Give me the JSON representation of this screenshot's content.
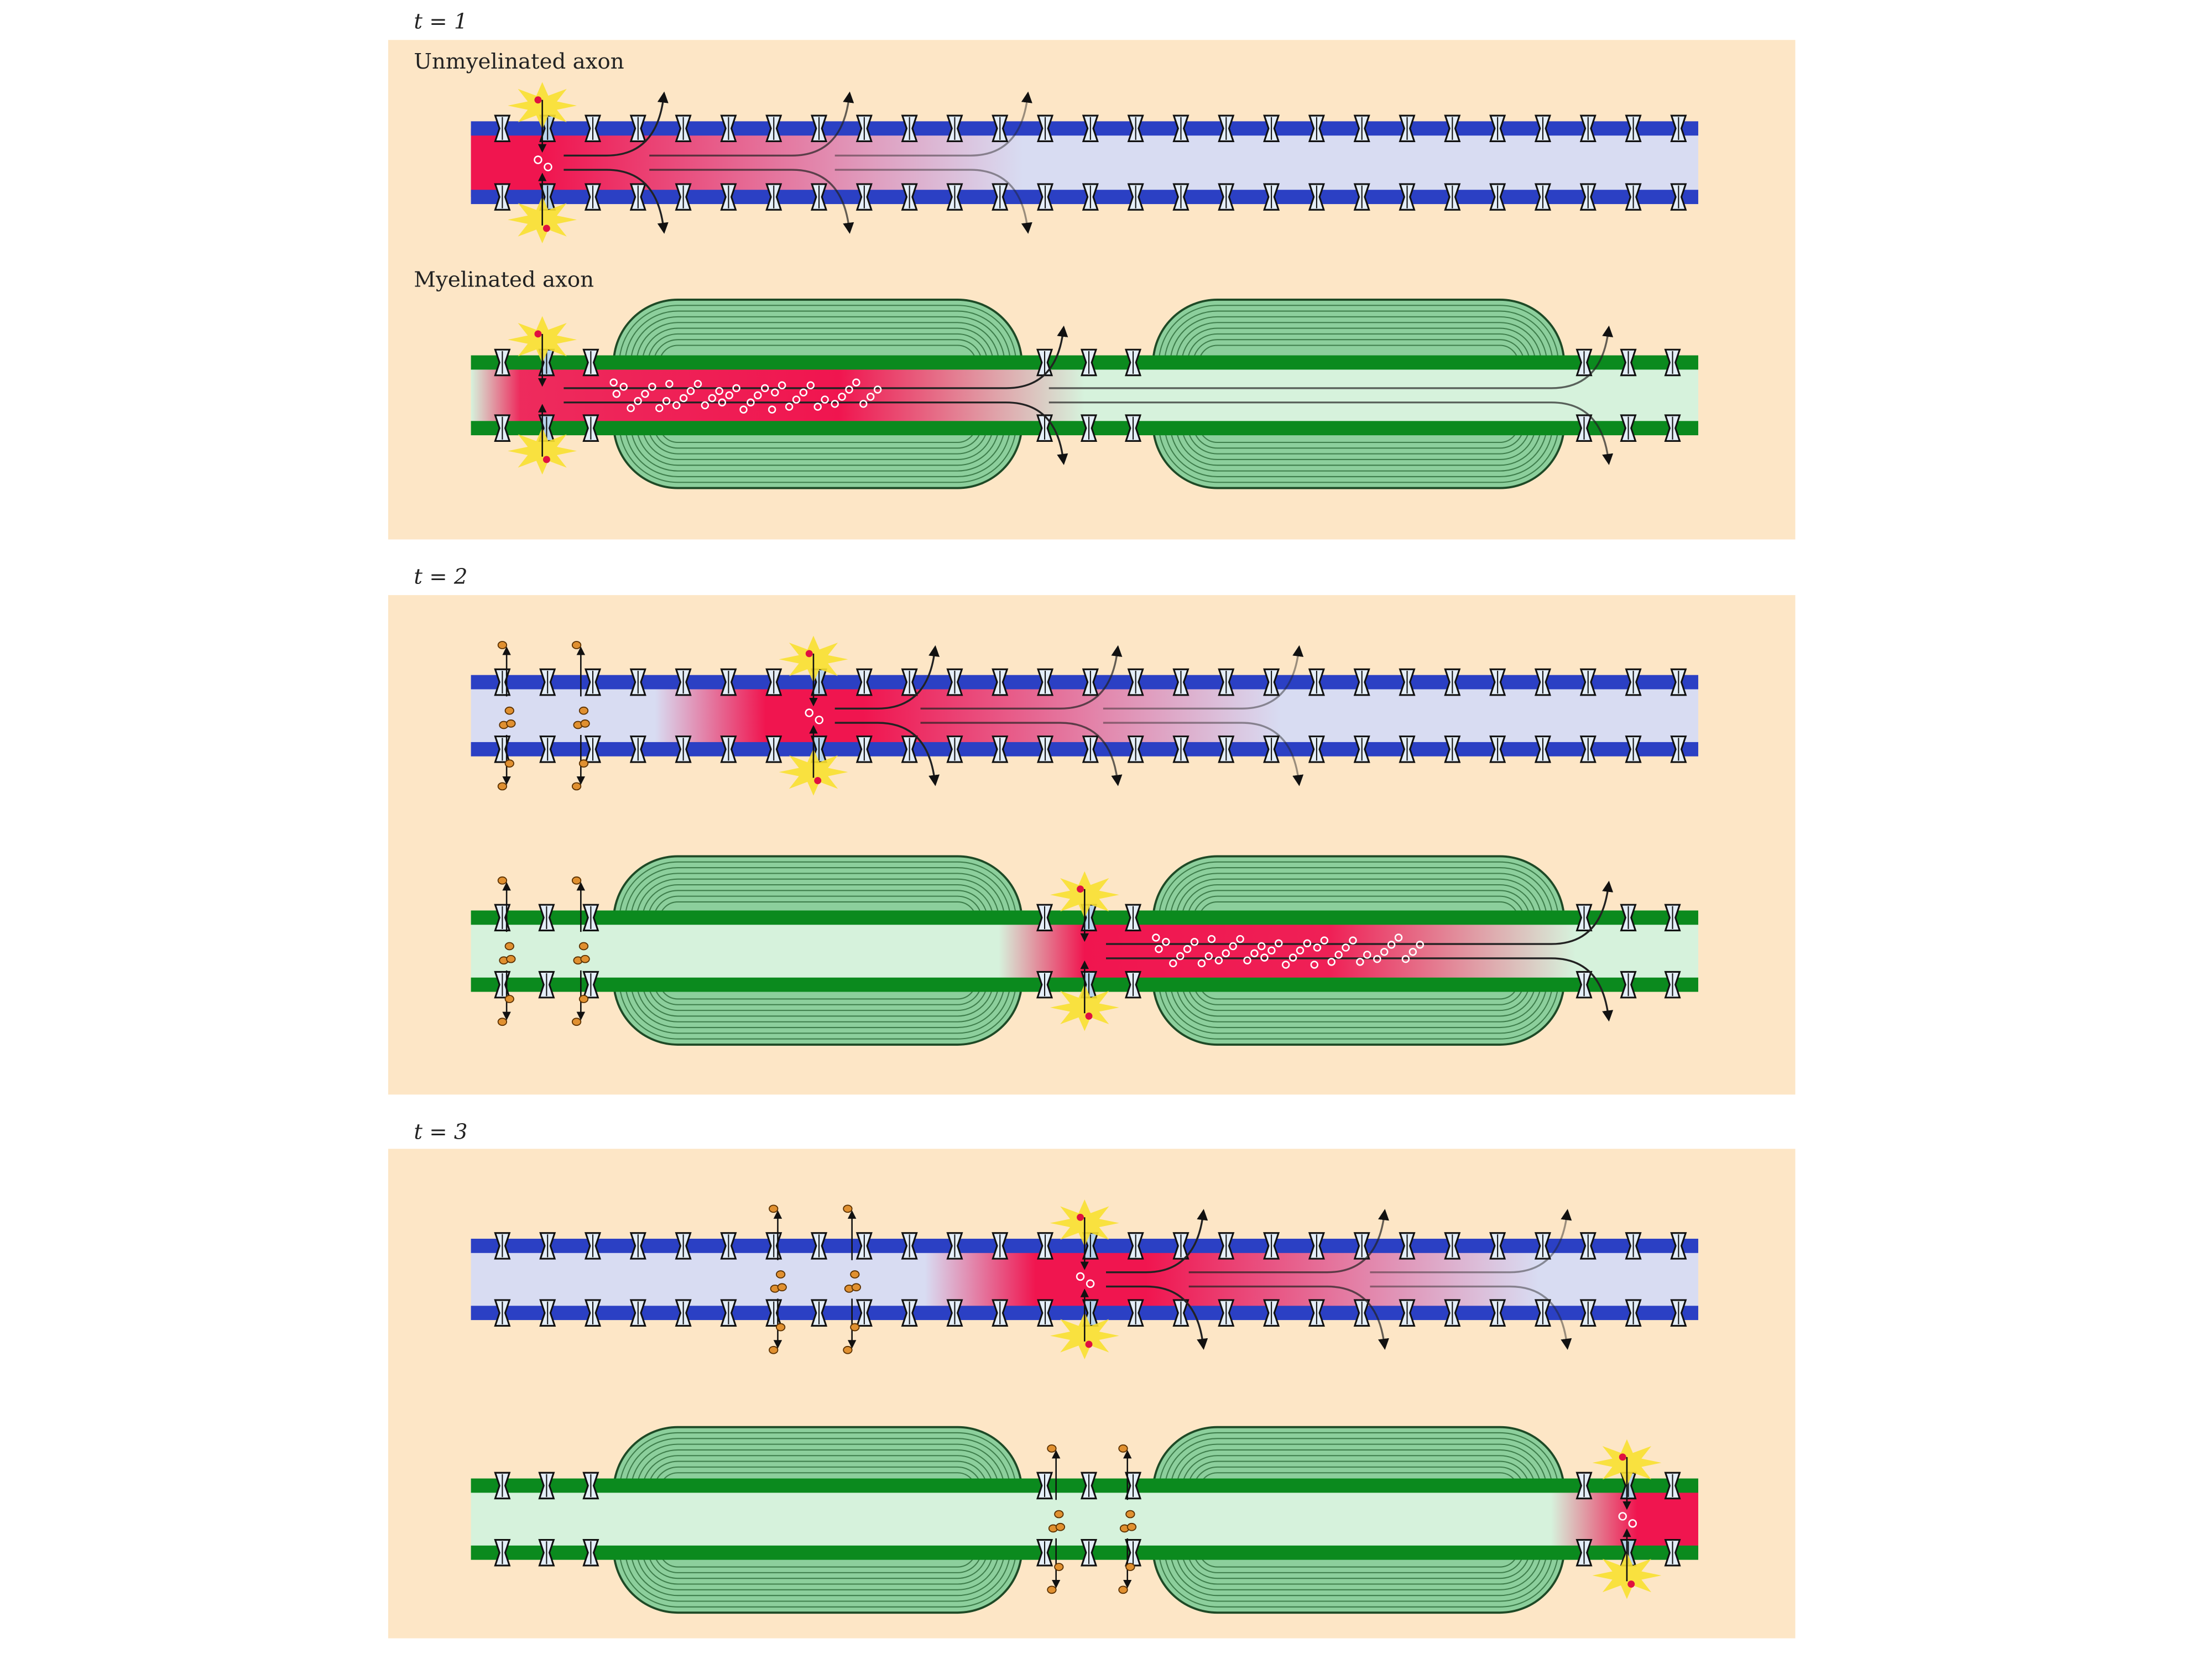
{
  "panels": [
    {
      "time_label": "t = 1",
      "unmyelinated_label": "Unmyelinated axon",
      "myelinated_label": "Myelinated axon"
    },
    {
      "time_label": "t = 2"
    },
    {
      "time_label": "t = 3"
    }
  ],
  "colors": {
    "panel_bg": "#fde6c6",
    "unmyelinated_membrane": "#2b40c4",
    "unmyelinated_interior": "#d8dcf2",
    "myelinated_membrane": "#0b8a1e",
    "myelinated_interior": "#d6f2dc",
    "depolarization": "#f0154f",
    "myelin": "#8ccf9c",
    "sodium_ion": "#e01040",
    "potassium_ion": "#e09030",
    "burst": "#f8e030"
  }
}
